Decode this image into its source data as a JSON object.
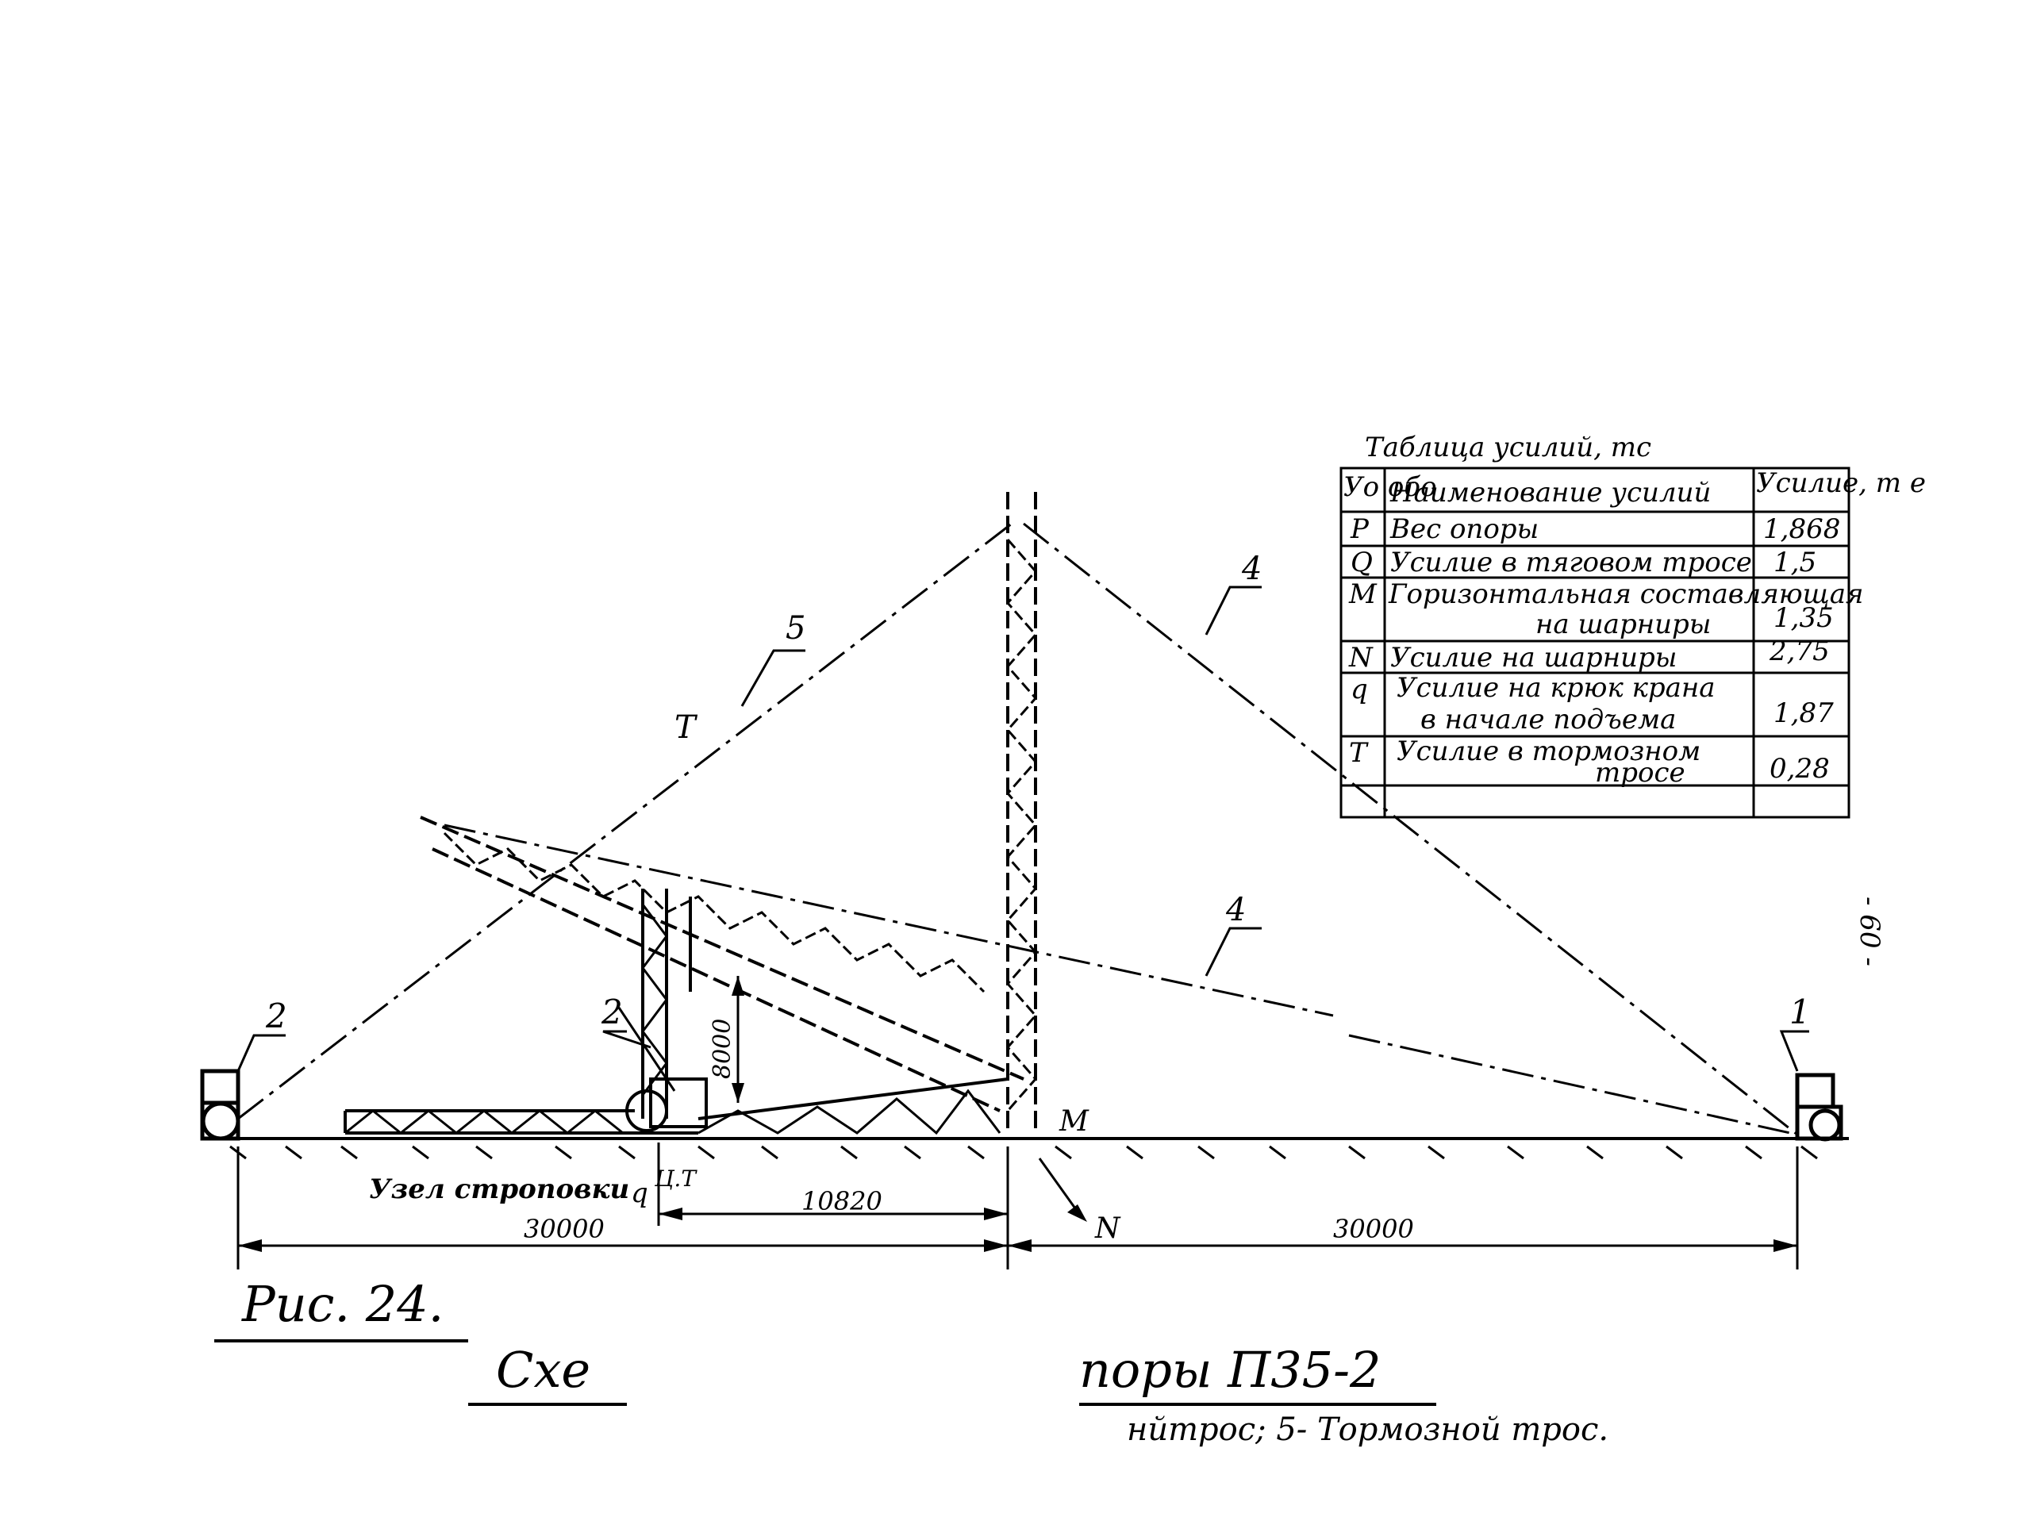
{
  "table": {
    "title": "Таблица усилий, тс",
    "header": {
      "symbol": "Уо обо",
      "name": "Наименование усилий",
      "value": "Усилие, т е"
    },
    "rows": [
      {
        "symbol": "P",
        "name": "Вес опоры",
        "value": "1,868"
      },
      {
        "symbol": "Q",
        "name": "Усилие в тяговом тросе",
        "value": "1,5"
      },
      {
        "symbol": "M",
        "name": "Горизонтальная составляющая",
        "name2": "на шарниры",
        "value": "1,35"
      },
      {
        "symbol": "N",
        "name": "Усилие на шарниры",
        "value": "2,75"
      },
      {
        "symbol": "q",
        "name": "Усилие на крюк крана",
        "name2": "в начале подъема",
        "value": "1,87"
      },
      {
        "symbol": "T",
        "name": "Усилие в тормозном",
        "name2": "тросе",
        "value": "0,28"
      }
    ]
  },
  "labels": {
    "cable_5": "5",
    "cable_4_top": "4",
    "cable_4_mid": "4",
    "t_label": "T",
    "tractor_2": "2",
    "crane_2": "2",
    "tractor_1": "1",
    "height_dim": "8000",
    "m_label": "M",
    "n_label": "N",
    "sling_node": "Узел строповки",
    "q_label": "q",
    "ct_label": "Ц.Т",
    "dim_10820": "10820",
    "dim_30000_left": "30000",
    "dim_30000_right": "30000",
    "page_number": "- 60 -"
  },
  "caption": {
    "fig": "Рис. 24.",
    "title_left": "Схе",
    "title_right": "поры П35-2",
    "legend": "нйтрос; 5- Тормозной трос."
  }
}
